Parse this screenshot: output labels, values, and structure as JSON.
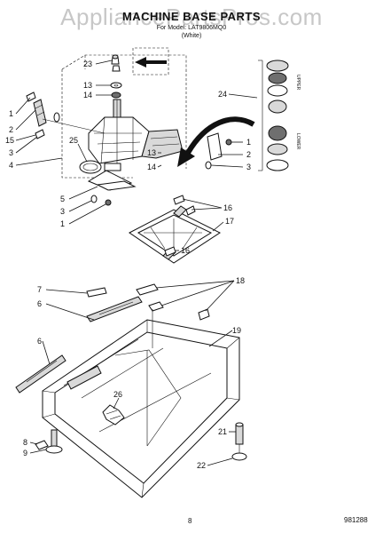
{
  "watermark": "AppliancePartsPros.com",
  "title": "MACHINE BASE PARTS",
  "subtitle": "For Model: LAT9806MQ0",
  "subtitle2": "(White)",
  "kit_labels": {
    "upper": "UPPER",
    "lower": "LOWER"
  },
  "page_number": "8",
  "doc_code": "981288",
  "callouts": {
    "c23": "23",
    "c13a": "13",
    "c14a": "14",
    "c24": "24",
    "c1a": "1",
    "c2a": "2",
    "c15": "15",
    "c3a": "3",
    "c25": "25",
    "c4": "4",
    "c1b": "1",
    "c13b": "13",
    "c2b": "2",
    "c14b": "14",
    "c3b": "3",
    "c5": "5",
    "c3c": "3",
    "c1c": "1",
    "c16a": "16",
    "c17": "17",
    "c16b": "16",
    "c7": "7",
    "c18": "18",
    "c6a": "6",
    "c19": "19",
    "c6b": "6",
    "c26": "26",
    "c21": "21",
    "c8": "8",
    "c9": "9",
    "c22": "22"
  },
  "colors": {
    "ink": "#111111",
    "watermark": "#c7c7c7",
    "fill_light": "#d9d9d9",
    "fill_dark": "#6f6f6f"
  }
}
